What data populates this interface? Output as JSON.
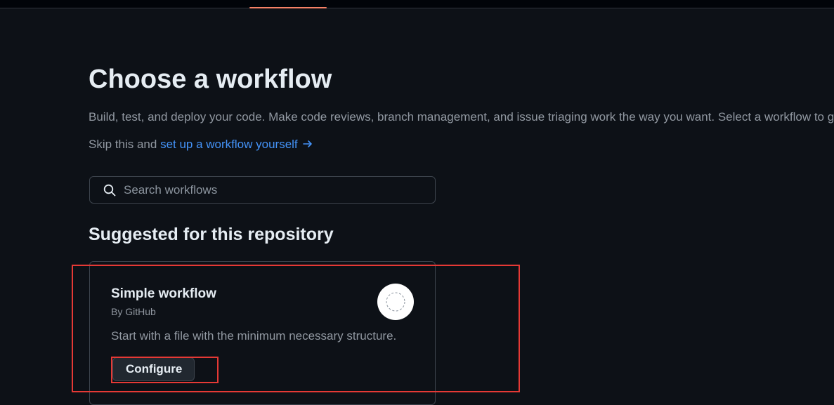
{
  "header": {
    "active_tab_color": "#f78166"
  },
  "page": {
    "title": "Choose a workflow",
    "description": "Build, test, and deploy your code. Make code reviews, branch management, and issue triaging work the way you want. Select a workflow to get started.",
    "skip_prefix": "Skip this and ",
    "skip_link": "set up a workflow yourself"
  },
  "search": {
    "placeholder": "Search workflows",
    "value": ""
  },
  "suggested": {
    "heading": "Suggested for this repository",
    "cards": [
      {
        "title": "Simple workflow",
        "author": "By GitHub",
        "description": "Start with a file with the minimum necessary structure.",
        "button_label": "Configure",
        "logo_icon": "dashed-circle-icon"
      }
    ]
  },
  "annotations": {
    "highlight_color": "#e53935"
  }
}
